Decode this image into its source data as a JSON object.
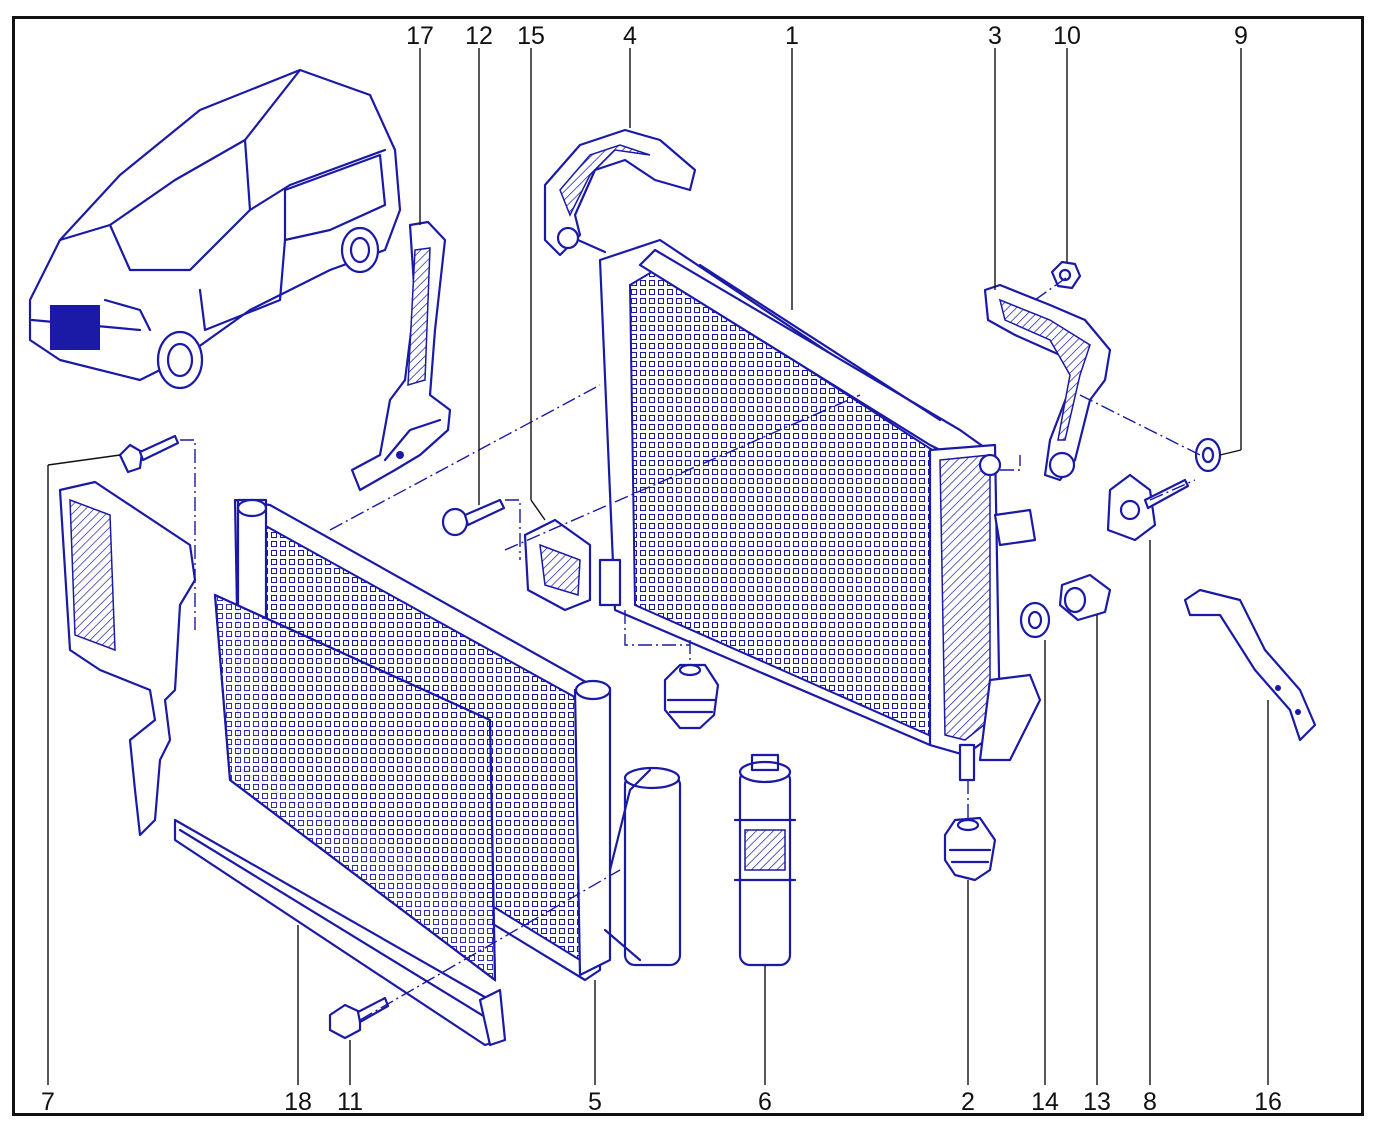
{
  "diagram": {
    "callouts_top": [
      "17",
      "12",
      "15",
      "4",
      "1",
      "3",
      "10",
      "9"
    ],
    "callouts_bottom": [
      "7",
      "18",
      "11",
      "5",
      "6",
      "2",
      "14",
      "13",
      "8",
      "16"
    ]
  },
  "colors": {
    "line": "#1a1aa6",
    "frame": "#111111",
    "background": "#ffffff"
  },
  "parts": [
    {
      "id": "van-thumbnail",
      "icon": "van-icon"
    },
    {
      "id": "radiator"
    },
    {
      "id": "condenser"
    },
    {
      "id": "air-deflector"
    },
    {
      "id": "dehydrator"
    }
  ]
}
